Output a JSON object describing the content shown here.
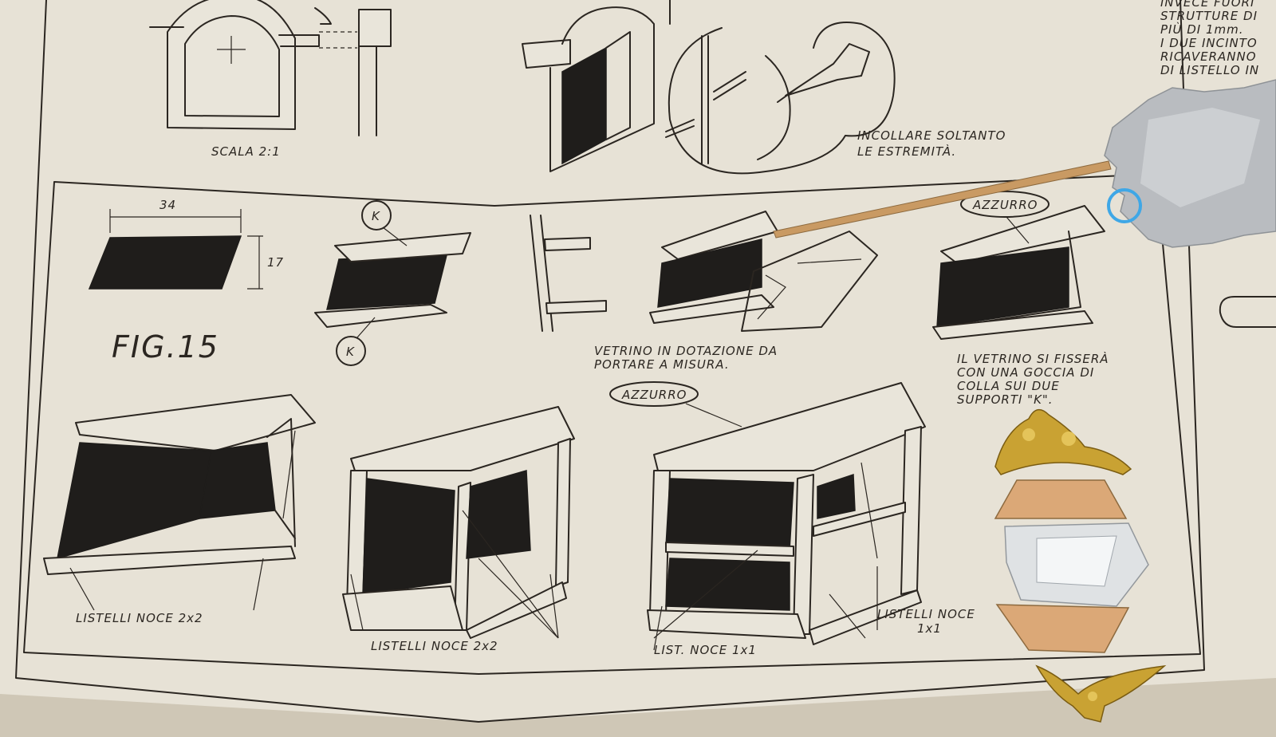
{
  "labels": {
    "scale": "SCALA 2:1",
    "glue_line1": "INCOLLARE SOLTANTO",
    "glue_line2": "LE ESTREMITÀ.",
    "dim_width": "34",
    "dim_height": "17",
    "k_top": "K",
    "k_bottom": "K",
    "fig": "FIG.15",
    "azzurro_1": "AZZURRO",
    "azzurro_2": "AZZURRO",
    "vetrino_line1": "VETRINO IN DOTAZIONE DA",
    "vetrino_line2": "PORTARE A MISURA.",
    "fissera_line1": "IL VETRINO SI FISSERÀ",
    "fissera_line2": "CON UNA GOCCIA DI",
    "fissera_line3": "COLLA SUI DUE",
    "fissera_line4": "SUPPORTI \"K\".",
    "listelli_left": "LISTELLI NOCE 2x2",
    "listelli_mid": "LISTELLI NOCE 2x2",
    "list_noce_1x1": "LIST. NOCE 1x1",
    "listelli_right_1": "LISTELLI NOCE",
    "listelli_right_2": "1x1",
    "corner_1": "INVECE FUORI",
    "corner_2": "STRUTTURE DI",
    "corner_3": "PIÙ DI 1mm.",
    "corner_4": "I DUE INCINTO",
    "corner_5": "RICAVERANNO",
    "corner_6": "DI LISTELLO IN"
  },
  "colors": {
    "paper": "#e9e5da",
    "ink": "#2b2621",
    "shadow": "#1f1d1b",
    "wood": "#d9a36f",
    "brass": "#c9a233",
    "marker": "#3fa7e6"
  }
}
